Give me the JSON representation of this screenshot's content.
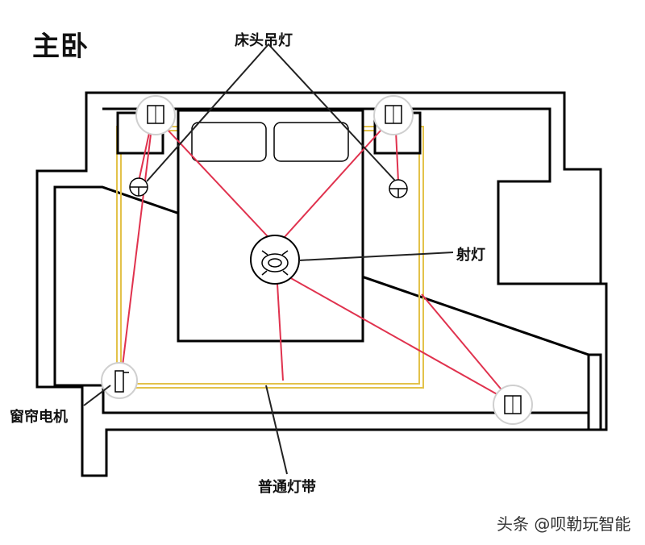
{
  "title": "主卧",
  "labels": {
    "pendant": "床头吊灯",
    "spotlight": "射灯",
    "curtain_motor": "窗帘电机",
    "light_strip": "普通灯带"
  },
  "watermark": "头条 @呗勒玩智能",
  "colors": {
    "wall": "#000000",
    "wiring": "#e0324e",
    "light_strip": "#e3c24a",
    "callout_line": "#222222",
    "device_circle": "#cfcfcf"
  }
}
